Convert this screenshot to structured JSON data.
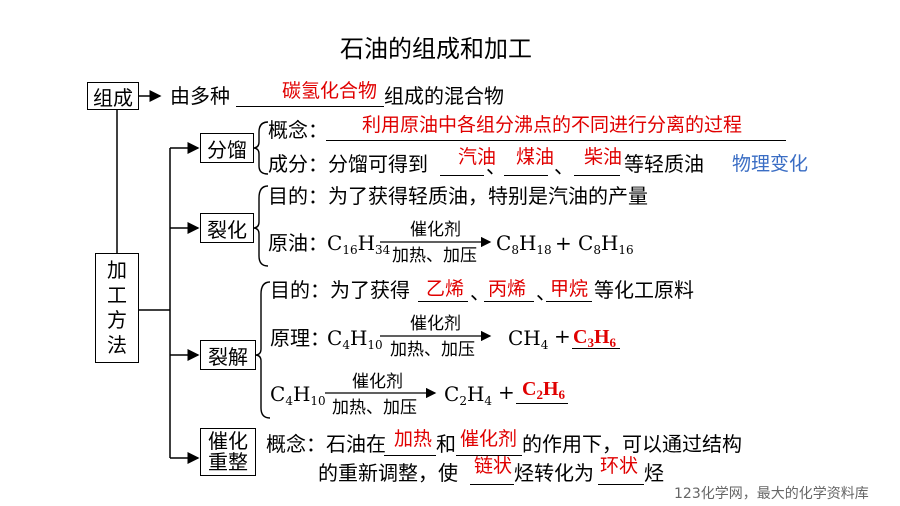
{
  "title": "石油的组成和加工",
  "composition": {
    "box": "组成",
    "prefix": "→由多种",
    "answer": "碳氢化合物",
    "suffix": "组成的混合物"
  },
  "processing_box": [
    "加",
    "工",
    "方",
    "法"
  ],
  "distillation": {
    "box": "分馏",
    "concept_label": "概念：",
    "concept_answer": "利用原油中各组分沸点的不同进行分离的过程",
    "component_label": "成分：分馏可得到",
    "products": [
      "汽油",
      "煤油",
      "柴油"
    ],
    "separator": "、",
    "component_suffix": "等轻质油",
    "change_type": "物理变化"
  },
  "cracking": {
    "box": "裂化",
    "purpose": "目的：为了获得轻质油，特别是汽油的产量",
    "principle_label": "原油：",
    "catalyst": "催化剂",
    "conditions": "加热、加压",
    "plus": "+"
  },
  "pyrolysis": {
    "box": "裂解",
    "purpose_prefix": "目的：为了获得",
    "products": [
      "乙烯",
      "丙烯",
      "甲烷"
    ],
    "separator": "、",
    "purpose_suffix": "等化工原料",
    "principle_label": "原理：",
    "catalyst": "催化剂",
    "conditions": "加热、加压",
    "plus": "+"
  },
  "reforming": {
    "box_lines": [
      "催化",
      "重整"
    ],
    "line1_prefix": "概念：石油在",
    "answer1": "加热",
    "and": "和",
    "answer2": "催化剂",
    "line1_suffix": "的作用下，可以通过结构",
    "line2_prefix": "的重新调整，使",
    "answer3": "链状",
    "line2_mid": "烃转化为",
    "answer4": "环状",
    "line2_suffix": "烃"
  },
  "watermark": "123化学网，最大的化学资料库",
  "colors": {
    "answer": "#e00000",
    "note": "#3a6dc4"
  }
}
